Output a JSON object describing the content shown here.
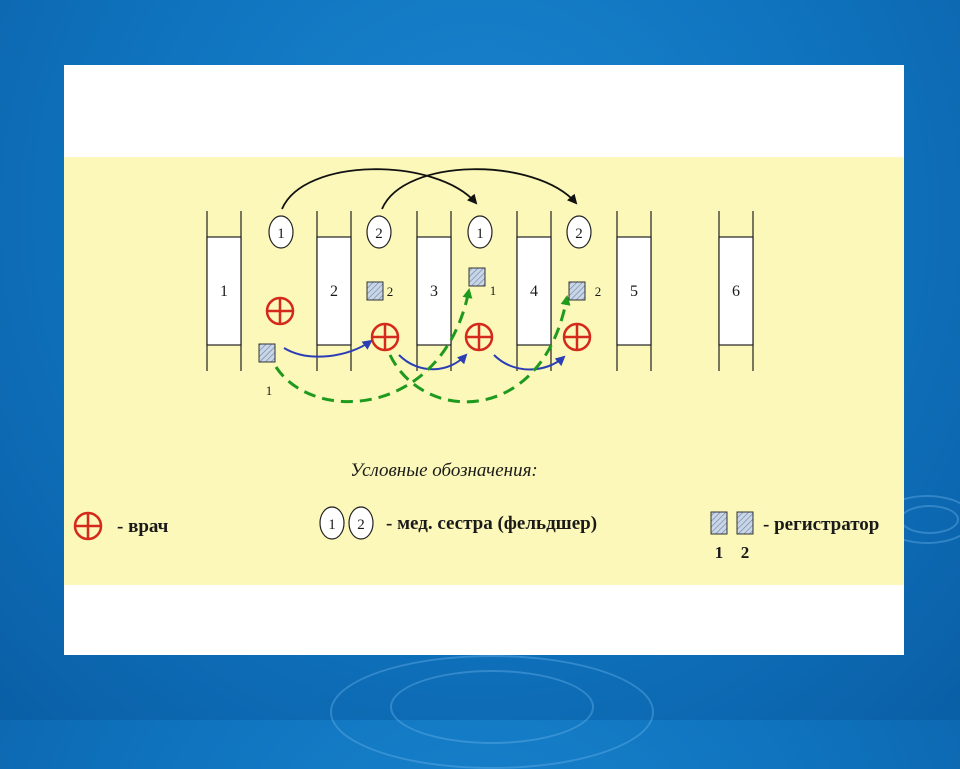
{
  "diagram": {
    "cabinets": [
      {
        "label": "1"
      },
      {
        "label": "2"
      },
      {
        "label": "3"
      },
      {
        "label": "4"
      },
      {
        "label": "5"
      },
      {
        "label": "6"
      }
    ],
    "nurses": [
      {
        "label": "1"
      },
      {
        "label": "2"
      },
      {
        "label": "1"
      },
      {
        "label": "2"
      }
    ],
    "registrars": [
      {
        "label": "1"
      },
      {
        "label": "2"
      },
      {
        "label": "1"
      },
      {
        "label": "2"
      }
    ]
  },
  "legend": {
    "title": "Условные обозначения:",
    "doctor_label": "- врач",
    "nurse_numbers": [
      "1",
      "2"
    ],
    "nurse_label": "- мед. сестра (фельдшер)",
    "registrar_numbers": [
      "1",
      "2"
    ],
    "registrar_label": "- регистратор"
  },
  "colors": {
    "doctor": "#d42a1c",
    "blue_arrow": "#2c3eb5",
    "green_arrow": "#1e9a1e",
    "black_arrow": "#111111",
    "panel": "#fbf8b9"
  }
}
